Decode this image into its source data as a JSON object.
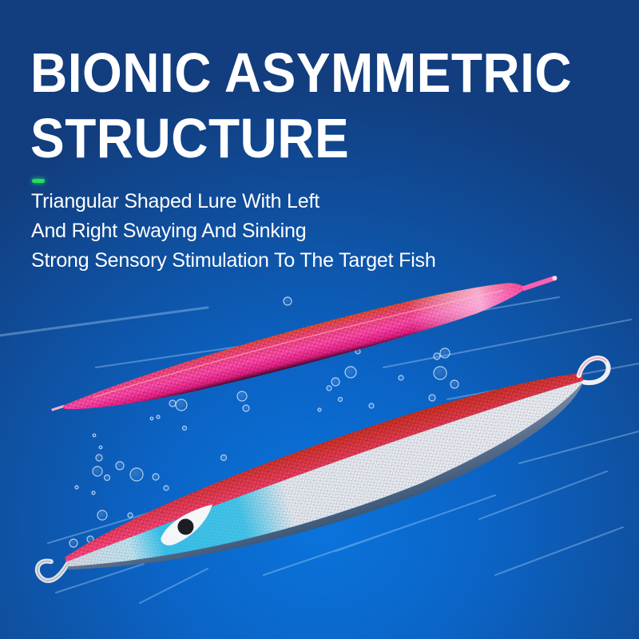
{
  "headline": {
    "line1": "BIONIC ASYMMETRIC",
    "line2": "STRUCTURE"
  },
  "accent": {
    "color": "#22e05a"
  },
  "description": {
    "lines": [
      "Triangular Shaped Lure With Left",
      "And Right Swaying And Sinking",
      "Strong Sensory Stimulation To The Target Fish"
    ]
  },
  "colors": {
    "background_top": "#123d7e",
    "background_center": "#0a74dc",
    "text": "#ffffff",
    "lure_pink": "#ff3aa0",
    "lure_red_back": "#e2452a",
    "lure_silver": "#e8e8ec",
    "lure_blue_head": "#2ec4f0"
  },
  "images": {
    "lure_top": "pink-slim-jig-lure",
    "lure_bottom": "red-silver-blue-jig-lure-with-eye",
    "bubbles": "water-bubbles",
    "motion_lines": "speed-lines"
  }
}
